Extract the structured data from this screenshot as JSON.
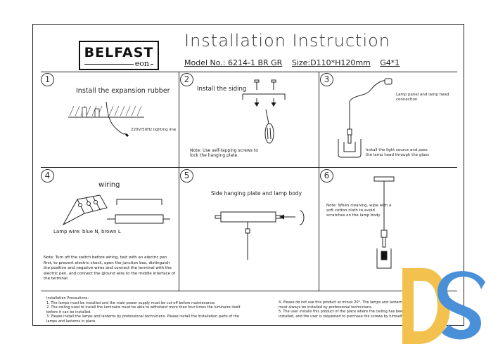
{
  "header": {
    "brand": "BELFAST",
    "brand_sub": "eon",
    "title": "Installation Instruction",
    "model_label": "Model No.: 6214-1 BR GR",
    "size_label": "Size:D110*H120mm",
    "bulb_label": "G4*1"
  },
  "steps": [
    {
      "number": "1",
      "caption": "Install the expansion rubber",
      "label": "220V/50Hz lighting line"
    },
    {
      "number": "2",
      "caption": "Install the siding",
      "note": "Note: Use self-tapping screws to lock the hanging plate."
    },
    {
      "number": "3",
      "label": "Lamp panel and lamp head connection",
      "note": "Install the light source and pass the lamp head through the glass"
    },
    {
      "number": "4",
      "caption": "wiring",
      "label": "Lamp wire: blue N, brown L",
      "note": "Note: Turn off the switch before wiring, test with an electric pen first, to prevent electric shock, open the junction box, distinguish the positive and negative wires and connect the terminal with the electric pen, and connect the ground wire to the middle interface of the terminal."
    },
    {
      "number": "5",
      "caption": "Side hanging plate and lamp body"
    },
    {
      "number": "6",
      "note": "Note: When cleaning, wipe with a soft cotton cloth to avoid scratches on the lamp body"
    }
  ],
  "precautions": {
    "heading": "Installation Precautions:",
    "items": [
      "1. The lamps must be installed and the main power supply must be cut off before maintenance.",
      "2. The ceiling used to install the luminaire must be able to withstand more than four times the luminaire itself before it can be installed.",
      "3. Please install the lamps and lanterns by professional technicians. Please install the installation parts of the lamps and lanterns in place."
    ],
    "right_items": [
      "4. Please do not use this product at minus 20°. The lamps and lanterns must always be installed by professional technicians.",
      "5. The user installs this product of the place where the ceiling has been installed, and the user is requested to purchase the screws by himself."
    ]
  },
  "watermark": "DS",
  "colors": {
    "watermark_yellow": "#f2c14e",
    "watermark_blue": "#4a90d9"
  }
}
